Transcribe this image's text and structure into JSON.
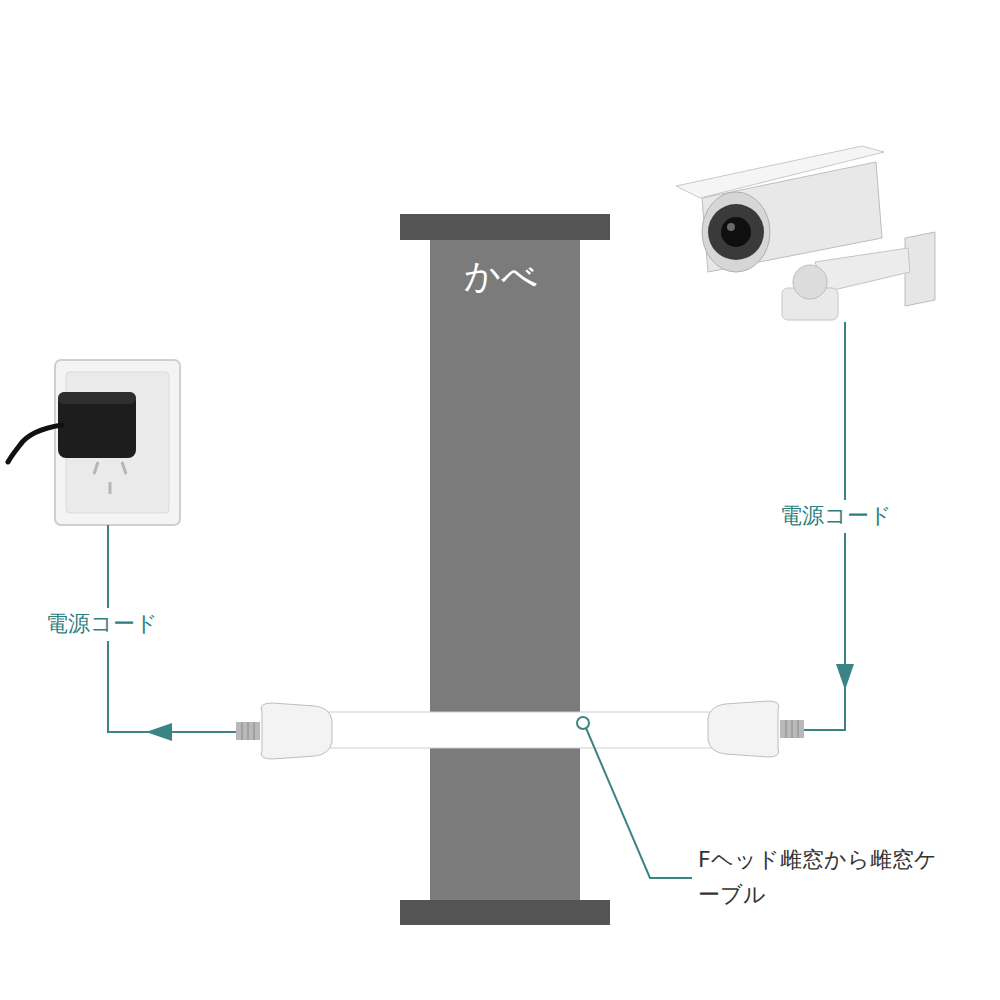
{
  "diagram": {
    "nodes": [
      {
        "text": [
          "かべ"
        ]
      }
    ],
    "labels": [
      "電源コード",
      "電源コード",
      "Fヘッド雌窓から雌窓ケーブル"
    ]
  }
}
